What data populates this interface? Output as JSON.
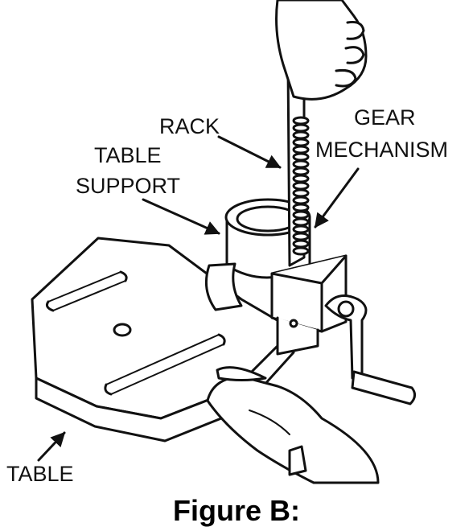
{
  "labels": {
    "rack": "RACK",
    "gear_line1": "GEAR",
    "gear_line2": "MECHANISM",
    "support_line1": "TABLE",
    "support_line2": "SUPPORT",
    "table": "TABLE"
  },
  "caption": "Figure B:",
  "colors": {
    "ink": "#111111",
    "background": "#ffffff"
  }
}
